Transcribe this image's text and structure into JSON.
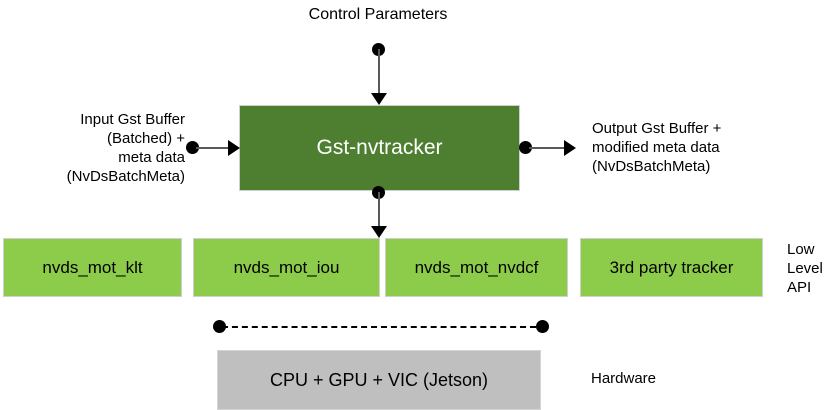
{
  "diagram": {
    "title_top": "Control Parameters",
    "main_block": {
      "label": "Gst-nvtracker",
      "color": "#4E7F30"
    },
    "input_label": "Input Gst Buffer\n(Batched) +\nmeta data\n(NvDsBatchMeta)",
    "output_label": "Output Gst Buffer +\nmodified meta data\n(NvDsBatchMeta)",
    "low_level_api": {
      "side_label": "Low\nLevel\nAPI",
      "color": "#8DCC4A",
      "blocks": [
        {
          "label": "nvds_mot_klt"
        },
        {
          "label": "nvds_mot_iou"
        },
        {
          "label": "nvds_mot_nvdcf"
        },
        {
          "label": "3rd party tracker"
        }
      ]
    },
    "hardware": {
      "block_label": "CPU + GPU + VIC (Jetson)",
      "side_label": "Hardware",
      "color": "#BFBFBF"
    }
  }
}
